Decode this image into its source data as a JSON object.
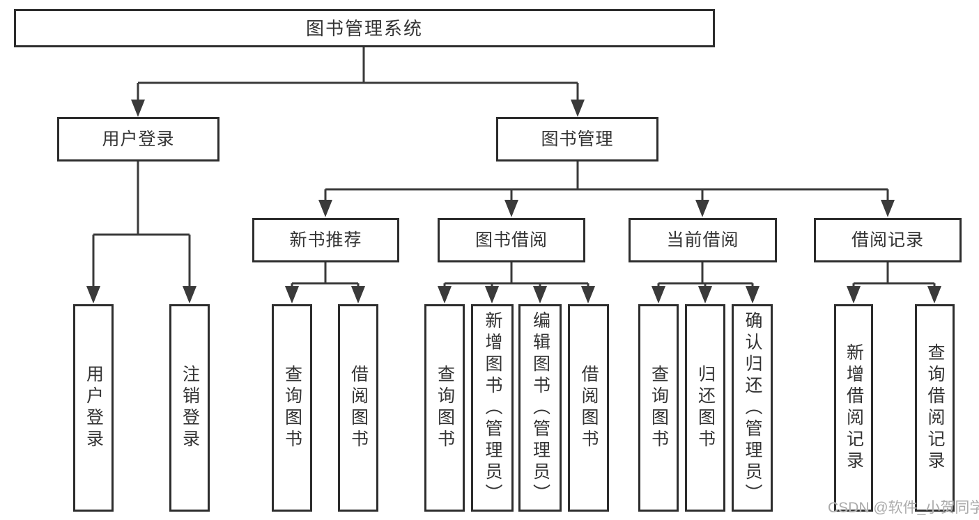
{
  "diagram": {
    "title": "图书管理系统",
    "root": {
      "label": "图书管理系统"
    },
    "branches": [
      {
        "label": "用户登录"
      },
      {
        "label": "图书管理"
      }
    ],
    "sections": [
      {
        "label": "新书推荐",
        "parent": "图书管理"
      },
      {
        "label": "图书借阅",
        "parent": "图书管理"
      },
      {
        "label": "当前借阅",
        "parent": "图书管理"
      },
      {
        "label": "借阅记录",
        "parent": "图书管理"
      }
    ],
    "leaves": [
      {
        "label": "用户登录",
        "parent": "用户登录"
      },
      {
        "label": "注销登录",
        "parent": "用户登录"
      },
      {
        "label": "查询图书",
        "parent": "新书推荐"
      },
      {
        "label": "借阅图书",
        "parent": "新书推荐"
      },
      {
        "label": "查询图书",
        "parent": "图书借阅"
      },
      {
        "label": "新增图书（管理员）",
        "parent": "图书借阅"
      },
      {
        "label": "编辑图书（管理员）",
        "parent": "图书借阅"
      },
      {
        "label": "借阅图书",
        "parent": "图书借阅"
      },
      {
        "label": "查询图书",
        "parent": "当前借阅"
      },
      {
        "label": "归还图书",
        "parent": "当前借阅"
      },
      {
        "label": "确认归还（管理员）",
        "parent": "当前借阅"
      },
      {
        "label": "新增借阅记录",
        "parent": "借阅记录"
      },
      {
        "label": "查询借阅记录",
        "parent": "借阅记录"
      }
    ]
  },
  "watermark": {
    "text": "CSDN @软件_小贺同学"
  },
  "colors": {
    "line": "#3a3a3a",
    "box_border": "#2d2d2d",
    "box_fill": "#ffffff",
    "text": "#333333",
    "watermark": "#ababab",
    "background": "#ffffff"
  }
}
